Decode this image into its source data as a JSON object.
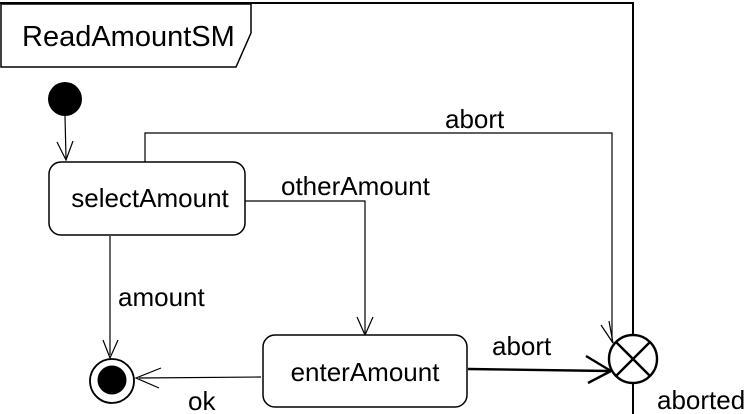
{
  "diagram": {
    "frame_title": "ReadAmountSM",
    "kind": "uml-state-machine",
    "colors": {
      "stroke": "#000000",
      "background": "#ffffff"
    },
    "states": [
      {
        "name": "initial",
        "kind": "initial-pseudostate"
      },
      {
        "name": "selectAmount",
        "kind": "state",
        "label": "selectAmount"
      },
      {
        "name": "enterAmount",
        "kind": "state",
        "label": "enterAmount"
      },
      {
        "name": "final",
        "kind": "final-state"
      },
      {
        "name": "aborted",
        "kind": "exit-point",
        "label": "aborted"
      }
    ],
    "transitions": [
      {
        "from": "initial",
        "to": "selectAmount"
      },
      {
        "from": "selectAmount",
        "to": "aborted",
        "label": "abort"
      },
      {
        "from": "selectAmount",
        "to": "enterAmount",
        "label": "otherAmount"
      },
      {
        "from": "selectAmount",
        "to": "final",
        "label": "amount"
      },
      {
        "from": "enterAmount",
        "to": "final",
        "label": "ok"
      },
      {
        "from": "enterAmount",
        "to": "aborted",
        "label": "abort"
      }
    ]
  }
}
